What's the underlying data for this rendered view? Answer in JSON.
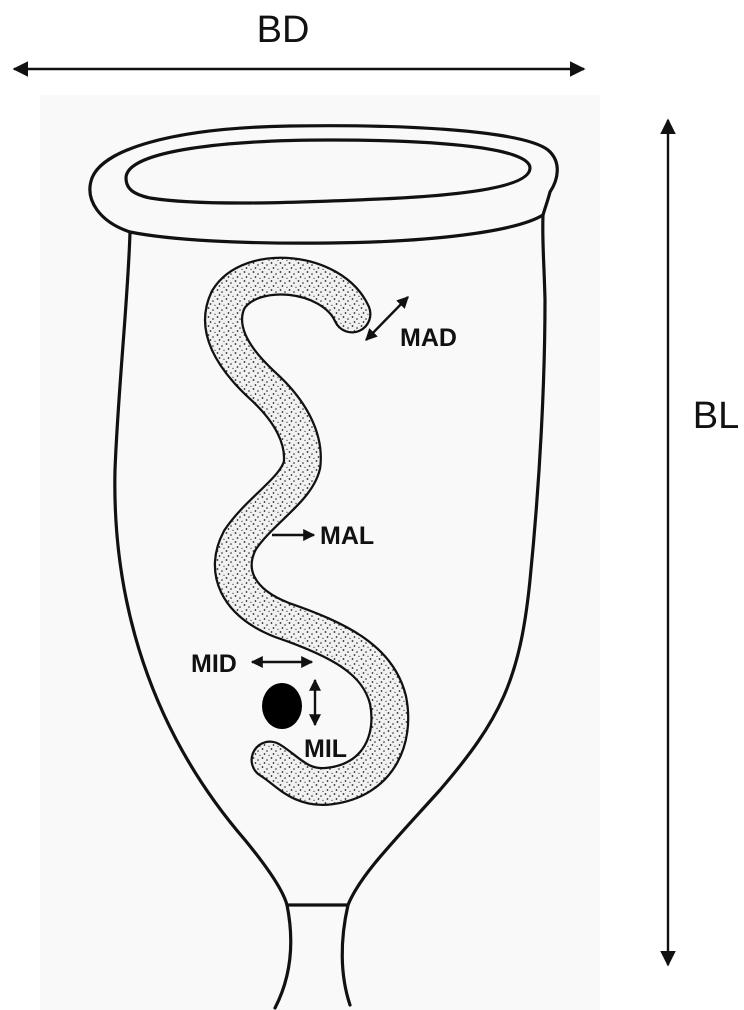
{
  "labels": {
    "body_diameter": "BD",
    "body_length": "BL",
    "macronucleus_diameter": "MAD",
    "macronucleus_length": "MAL",
    "micronucleus_diameter": "MID",
    "micronucleus_length": "MIL"
  },
  "colors": {
    "ink": "#111111",
    "background": "#ffffff",
    "cell_fill": "#f9f9f9",
    "macronucleus_fill": "#f1f1f1"
  }
}
